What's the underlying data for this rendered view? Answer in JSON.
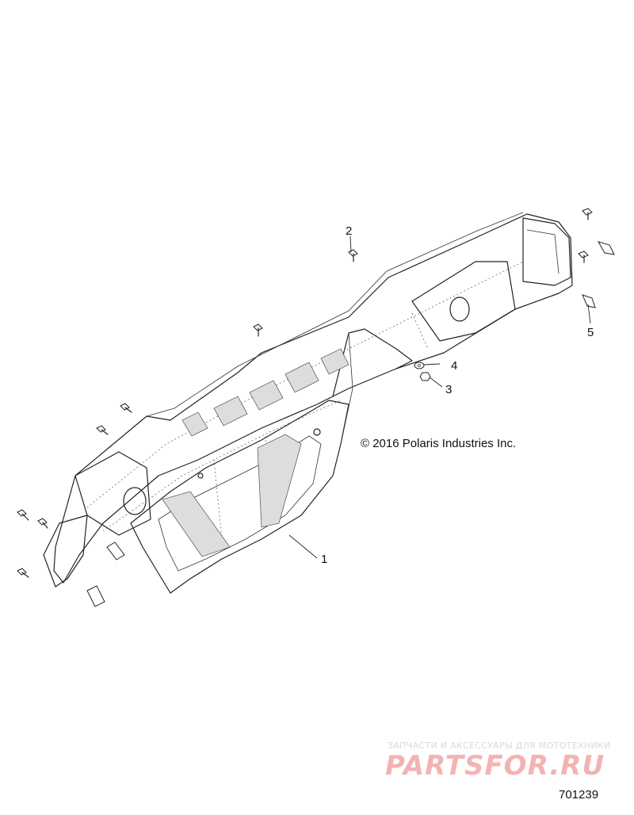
{
  "copyright": "© 2016 Polaris Industries Inc.",
  "diagram_id": "701239",
  "watermark": {
    "tagline": "ЗАПЧАСТИ И АКСЕССУАРЫ ДЛЯ МОТОТЕХНИКИ",
    "logo_text": "PARTSFOR.RU"
  },
  "callouts": [
    {
      "label": "1",
      "part": "cab frame / rear body panel"
    },
    {
      "label": "2",
      "part": "push rivet"
    },
    {
      "label": "3",
      "part": "nut"
    },
    {
      "label": "4",
      "part": "washer"
    },
    {
      "label": "5",
      "part": "clip"
    }
  ]
}
